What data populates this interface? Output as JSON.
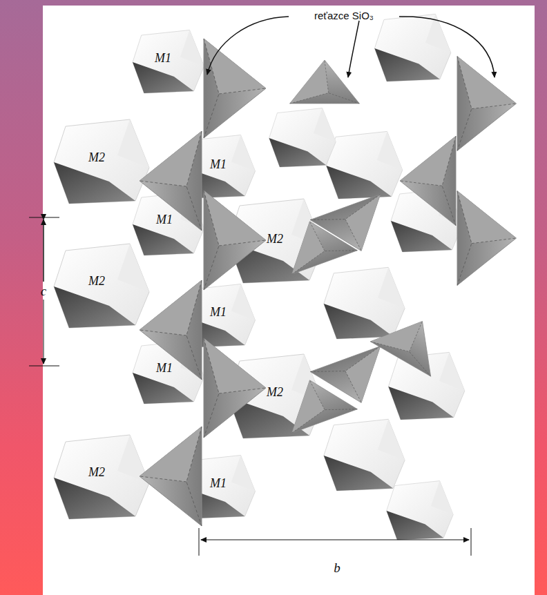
{
  "diagram": {
    "labels": [
      "reťazce SiO₃",
      "M1",
      "M2",
      "M1",
      "M1",
      "M2",
      "M2",
      "M1",
      "M1",
      "M2",
      "M2",
      "M1",
      "c",
      "b"
    ]
  }
}
